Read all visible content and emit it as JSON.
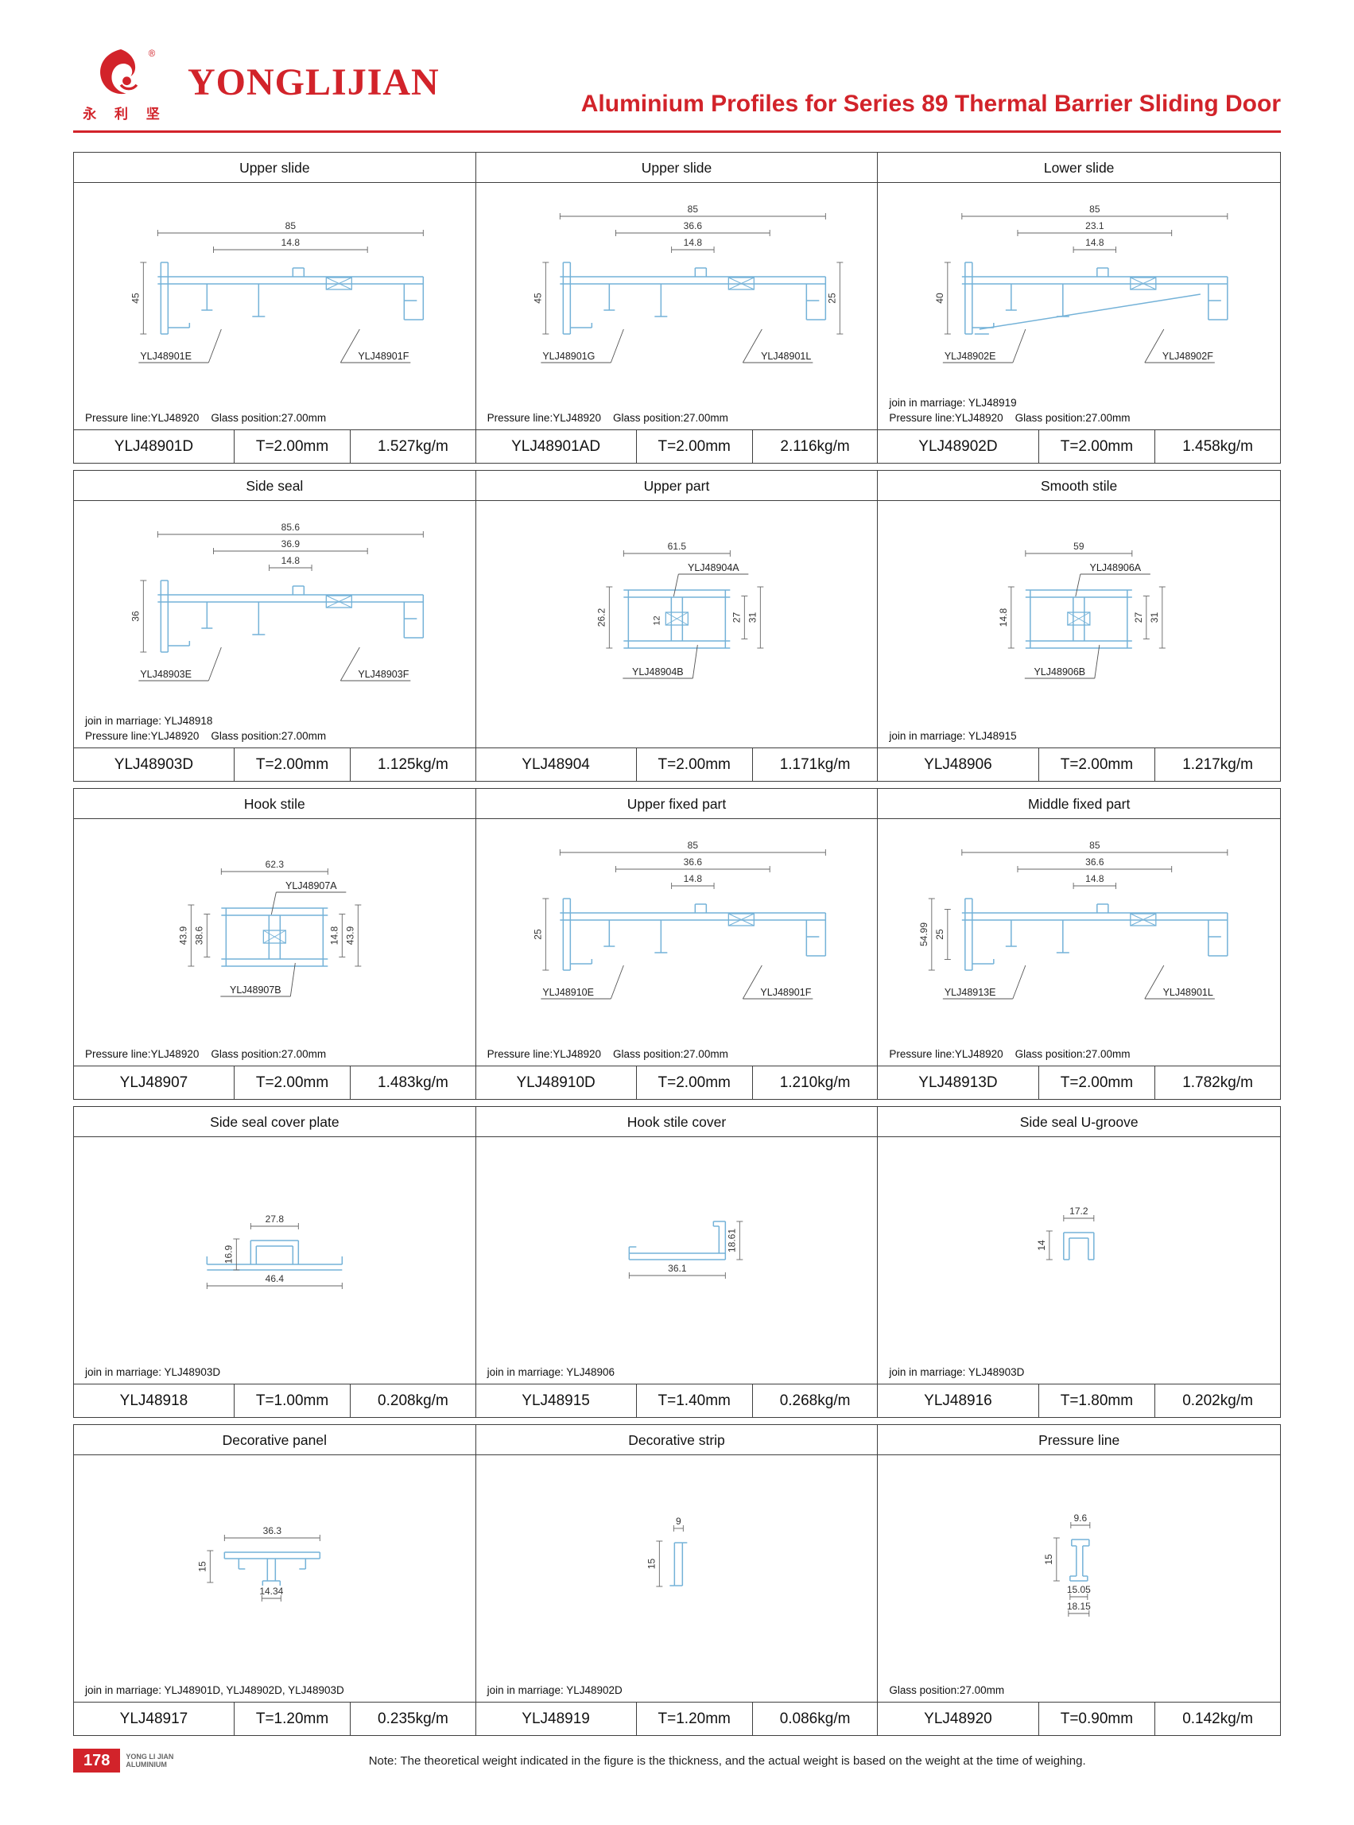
{
  "header": {
    "brand": "YONGLIJIAN",
    "brand_cn": "永 利 坚",
    "registered_mark": "®",
    "title": "Aluminium Profiles for Series 89 Thermal Barrier Sliding Door",
    "accent_color": "#d2232a"
  },
  "drawing_color": "#74b2d8",
  "cells": [
    {
      "title": "Upper slide",
      "shape": "rail",
      "dims": {
        "top": [
          "85",
          "14.8"
        ],
        "left": [
          "45"
        ]
      },
      "parts": [
        {
          "label": "YLJ48901E",
          "pos": "bl"
        },
        {
          "label": "YLJ48901F",
          "pos": "br"
        }
      ],
      "notes": [
        "Pressure line:YLJ48920    Glass position:27.00mm"
      ],
      "model": "YLJ48901D",
      "thickness": "T=2.00mm",
      "weight": "1.527kg/m"
    },
    {
      "title": "Upper slide",
      "shape": "rail",
      "dims": {
        "top": [
          "85",
          "36.6",
          "14.8"
        ],
        "left": [
          "45"
        ],
        "right": [
          "25"
        ]
      },
      "parts": [
        {
          "label": "YLJ48901G",
          "pos": "bl"
        },
        {
          "label": "YLJ48901L",
          "pos": "br"
        }
      ],
      "notes": [
        "Pressure line:YLJ48920    Glass position:27.00mm"
      ],
      "model": "YLJ48901AD",
      "thickness": "T=2.00mm",
      "weight": "2.116kg/m"
    },
    {
      "title": "Lower slide",
      "shape": "railSlope",
      "dims": {
        "top": [
          "85",
          "23.1",
          "14.8"
        ],
        "left": [
          "40"
        ]
      },
      "parts": [
        {
          "label": "YLJ48902E",
          "pos": "bl"
        },
        {
          "label": "YLJ48902F",
          "pos": "br"
        }
      ],
      "notes": [
        "join in marriage: YLJ48919",
        "Pressure line:YLJ48920    Glass position:27.00mm"
      ],
      "model": "YLJ48902D",
      "thickness": "T=2.00mm",
      "weight": "1.458kg/m"
    },
    {
      "title": "Side seal",
      "shape": "rail",
      "dims": {
        "top": [
          "85.6",
          "36.9",
          "14.8"
        ],
        "left": [
          "36"
        ]
      },
      "parts": [
        {
          "label": "YLJ48903E",
          "pos": "bl"
        },
        {
          "label": "YLJ48903F",
          "pos": "br"
        }
      ],
      "notes": [
        "join in marriage: YLJ48918",
        "Pressure line:YLJ48920    Glass position:27.00mm"
      ],
      "model": "YLJ48903D",
      "thickness": "T=2.00mm",
      "weight": "1.125kg/m"
    },
    {
      "title": "Upper part",
      "shape": "stile",
      "dims": {
        "top": [
          "61.5"
        ],
        "left": [
          "26.2"
        ],
        "right": [
          "31",
          "27"
        ],
        "inner": [
          "12"
        ]
      },
      "parts": [
        {
          "label": "YLJ48904A",
          "pos": "t"
        },
        {
          "label": "YLJ48904B",
          "pos": "b"
        }
      ],
      "notes": [],
      "model": "YLJ48904",
      "thickness": "T=2.00mm",
      "weight": "1.171kg/m"
    },
    {
      "title": "Smooth stile",
      "shape": "stile",
      "dims": {
        "top": [
          "59"
        ],
        "left": [
          "14.8"
        ],
        "right": [
          "31",
          "27"
        ]
      },
      "parts": [
        {
          "label": "YLJ48906A",
          "pos": "t"
        },
        {
          "label": "YLJ48906B",
          "pos": "b"
        }
      ],
      "notes": [
        "join in marriage: YLJ48915"
      ],
      "model": "YLJ48906",
      "thickness": "T=2.00mm",
      "weight": "1.217kg/m"
    },
    {
      "title": "Hook stile",
      "shape": "stile",
      "dims": {
        "top": [
          "62.3"
        ],
        "left": [
          "43.9",
          "38.6"
        ],
        "right": [
          "43.9",
          "14.8"
        ]
      },
      "parts": [
        {
          "label": "YLJ48907A",
          "pos": "t"
        },
        {
          "label": "YLJ48907B",
          "pos": "b"
        }
      ],
      "notes": [
        "Pressure line:YLJ48920    Glass position:27.00mm"
      ],
      "model": "YLJ48907",
      "thickness": "T=2.00mm",
      "weight": "1.483kg/m"
    },
    {
      "title": "Upper fixed part",
      "shape": "rail",
      "dims": {
        "top": [
          "85",
          "36.6",
          "14.8"
        ],
        "left": [
          "25"
        ]
      },
      "parts": [
        {
          "label": "YLJ48910E",
          "pos": "bl"
        },
        {
          "label": "YLJ48901F",
          "pos": "br"
        }
      ],
      "notes": [
        "Pressure line:YLJ48920    Glass position:27.00mm"
      ],
      "model": "YLJ48910D",
      "thickness": "T=2.00mm",
      "weight": "1.210kg/m"
    },
    {
      "title": "Middle fixed part",
      "shape": "rail",
      "dims": {
        "top": [
          "85",
          "36.6",
          "14.8"
        ],
        "left": [
          "54.99",
          "25"
        ]
      },
      "parts": [
        {
          "label": "YLJ48913E",
          "pos": "bl"
        },
        {
          "label": "YLJ48901L",
          "pos": "br"
        }
      ],
      "notes": [
        "Pressure line:YLJ48920    Glass position:27.00mm"
      ],
      "model": "YLJ48913D",
      "thickness": "T=2.00mm",
      "weight": "1.782kg/m"
    },
    {
      "title": "Side seal cover plate",
      "shape": "hat",
      "dims": {
        "top": [
          "27.8"
        ],
        "left": [
          "16.9"
        ],
        "bottom": [
          "46.4"
        ]
      },
      "parts": [],
      "notes": [
        "join in marriage: YLJ48903D"
      ],
      "model": "YLJ48918",
      "thickness": "T=1.00mm",
      "weight": "0.208kg/m"
    },
    {
      "title": "Hook stile cover",
      "shape": "hookCover",
      "dims": {
        "bottom": [
          "36.1"
        ],
        "right": [
          "18.61"
        ]
      },
      "parts": [],
      "notes": [
        "join in marriage: YLJ48906"
      ],
      "model": "YLJ48915",
      "thickness": "T=1.40mm",
      "weight": "0.268kg/m"
    },
    {
      "title": "Side seal U-groove",
      "shape": "uGroove",
      "dims": {
        "top": [
          "17.2"
        ],
        "left": [
          "14"
        ]
      },
      "parts": [],
      "notes": [
        "join in marriage: YLJ48903D"
      ],
      "model": "YLJ48916",
      "thickness": "T=1.80mm",
      "weight": "0.202kg/m"
    },
    {
      "title": "Decorative panel",
      "shape": "tee",
      "dims": {
        "top": [
          "36.3"
        ],
        "left": [
          "15"
        ],
        "bottom": [
          "14.34"
        ]
      },
      "parts": [],
      "notes": [
        "join in marriage: YLJ48901D, YLJ48902D, YLJ48903D"
      ],
      "model": "YLJ48917",
      "thickness": "T=1.20mm",
      "weight": "0.235kg/m"
    },
    {
      "title": "Decorative strip",
      "shape": "strip",
      "dims": {
        "top": [
          "9"
        ],
        "left": [
          "15"
        ]
      },
      "parts": [],
      "notes": [
        "join in marriage: YLJ48902D"
      ],
      "model": "YLJ48919",
      "thickness": "T=1.20mm",
      "weight": "0.086kg/m"
    },
    {
      "title": "Pressure line",
      "shape": "zLine",
      "dims": {
        "top": [
          "9.6"
        ],
        "left": [
          "15"
        ],
        "bottom": [
          "15.05",
          "18.15"
        ]
      },
      "parts": [],
      "notes": [
        "Glass position:27.00mm"
      ],
      "model": "YLJ48920",
      "thickness": "T=0.90mm",
      "weight": "0.142kg/m"
    }
  ],
  "footer": {
    "page_number": "178",
    "brand_line1": "YONG LI JIAN",
    "brand_line2": "ALUMINIUM",
    "note": "Note: The theoretical weight indicated in the figure is the thickness, and the actual weight is based on the weight at the time of weighing."
  }
}
